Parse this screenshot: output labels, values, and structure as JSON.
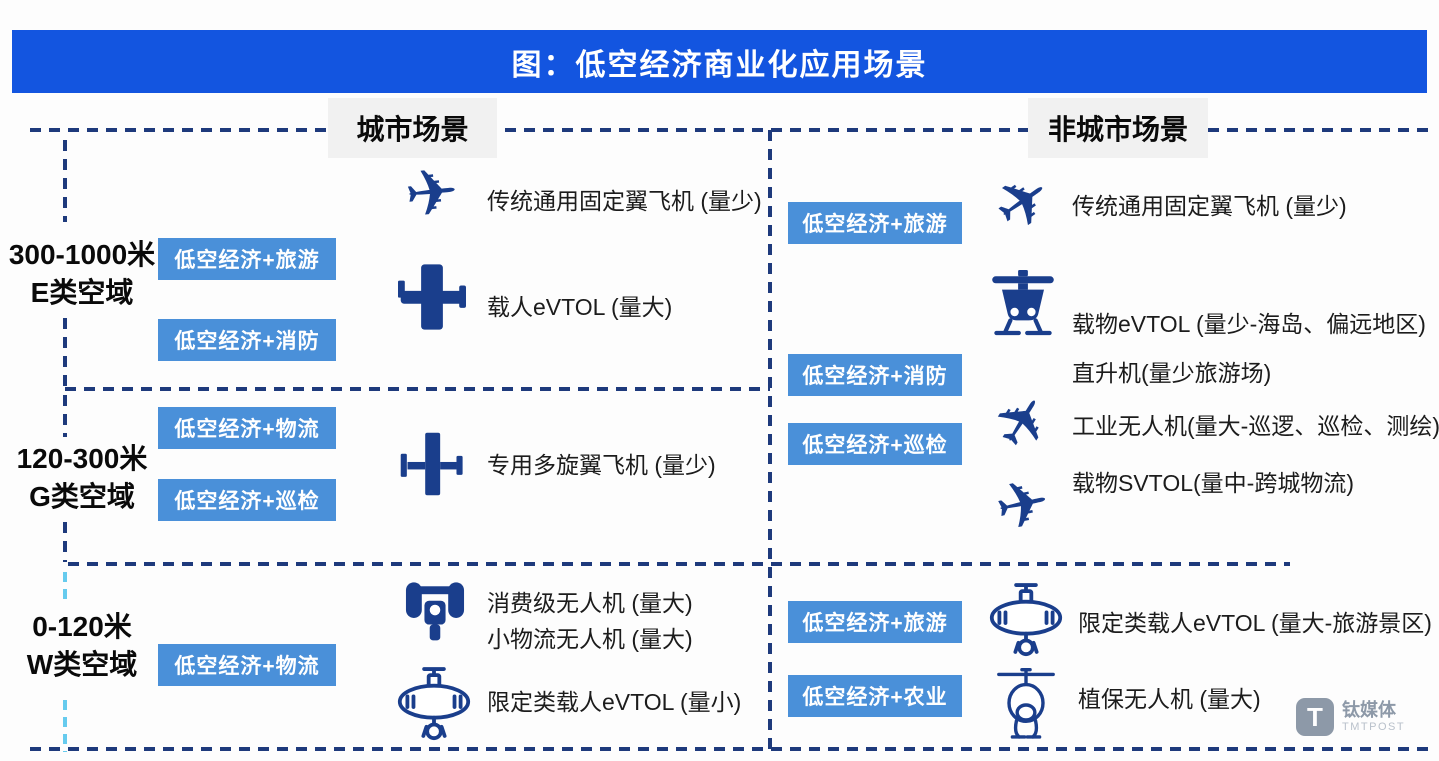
{
  "title": "图：低空经济商业化应用场景",
  "scenes": {
    "urban": "城市场景",
    "non_urban": "非城市场景"
  },
  "zones": [
    {
      "range": "300-1000米",
      "airspace": "E类空域"
    },
    {
      "range": "120-300米",
      "airspace": "G类空域"
    },
    {
      "range": "0-120米",
      "airspace": "W类空域"
    }
  ],
  "urban": {
    "zone_e": {
      "tags": [
        "低空经济+旅游",
        "低空经济+消防"
      ],
      "items": [
        {
          "icon": "fixed-wing-aircraft-icon",
          "label": "传统通用固定翼飞机 (量少)"
        },
        {
          "icon": "passenger-evtol-icon",
          "label": "载人eVTOL (量大)"
        }
      ]
    },
    "zone_g": {
      "tags": [
        "低空经济+物流",
        "低空经济+巡检"
      ],
      "items": [
        {
          "icon": "multirotor-aircraft-icon",
          "label": "专用多旋翼飞机 (量少)"
        }
      ]
    },
    "zone_w": {
      "tags": [
        "低空经济+物流"
      ],
      "items": [
        {
          "icon": "consumer-drone-icon",
          "label": "消费级无人机 (量大)",
          "label2": "小物流无人机 (量大)"
        },
        {
          "icon": "limited-evtol-icon",
          "label": "限定类载人eVTOL (量小)"
        }
      ]
    }
  },
  "non_urban": {
    "zone_e": {
      "tags": [
        "低空经济+旅游"
      ],
      "items": [
        {
          "icon": "airplane-takeoff-icon",
          "label": "传统通用固定翼飞机 (量少)"
        },
        {
          "icon": "cargo-helicopter-icon",
          "label": "载物eVTOL (量少-海岛、偏远地区)"
        },
        {
          "icon": "none",
          "label": "直升机(量少旅游场)"
        }
      ]
    },
    "zone_mid": {
      "tags": [
        "低空经济+消防",
        "低空经济+巡检"
      ],
      "items": [
        {
          "icon": "airplane-up-icon",
          "label": "工业无人机(量大-巡逻、巡检、测绘)"
        },
        {
          "icon": "airplane-right-icon",
          "label": "载物SVTOL(量中-跨城物流)"
        }
      ]
    },
    "zone_w": {
      "tags": [
        "低空经济+旅游",
        "低空经济+农业"
      ],
      "items": [
        {
          "icon": "limited-evtol-icon",
          "label": "限定类载人eVTOL (量大-旅游景区)"
        },
        {
          "icon": "agriculture-drone-icon",
          "label": "植保无人机 (量大)"
        }
      ]
    }
  },
  "icons": {
    "airplane_glyph": "✈"
  },
  "colors": {
    "header_bg": "#1355e0",
    "tag_bg": "#4a90d9",
    "icon_navy": "#1a3e8c",
    "dash_navy": "#1e3a7c",
    "dash_cyan": "#66cbee",
    "scene_label_bg": "#f1f1f1"
  },
  "logo": {
    "mark": "T",
    "name": "钛媒体",
    "subname": "TMTPOST"
  }
}
